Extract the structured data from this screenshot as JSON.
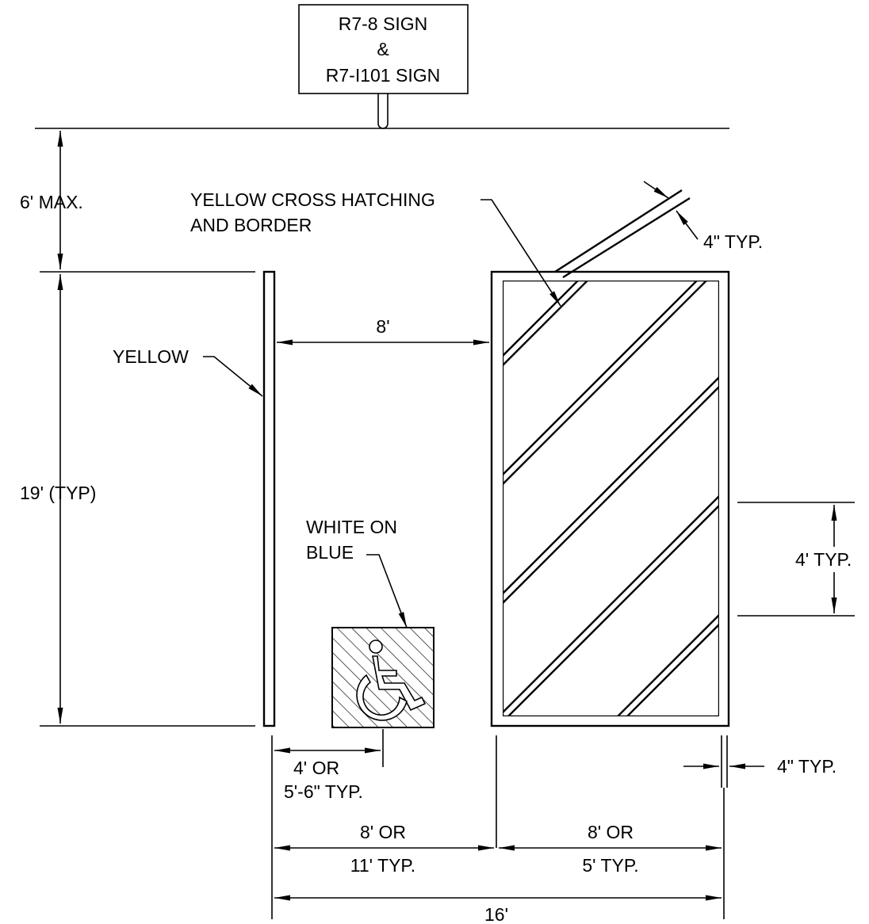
{
  "sign": {
    "line1": "R7-8 SIGN",
    "line2": "&",
    "line3": "R7-I101 SIGN"
  },
  "labels": {
    "max_height": "6' MAX.",
    "cross_hatching_line1": "YELLOW CROSS HATCHING",
    "cross_hatching_line2": "AND BORDER",
    "stripe_width_top": "4\" TYP.",
    "stall_width": "8'",
    "yellow": "YELLOW",
    "stall_length": "19' (TYP)",
    "white_on_line1": "WHITE ON",
    "white_on_line2": "BLUE",
    "hatch_spacing": "4' TYP.",
    "stripe_width_bottom": "4\" TYP.",
    "symbol_offset_line1": "4' OR",
    "symbol_offset_line2": "5'-6\" TYP.",
    "stall_bottom_line1": "8'  OR",
    "stall_bottom_line2": "11' TYP.",
    "aisle_bottom_line1": "8' OR",
    "aisle_bottom_line2": "5' TYP.",
    "total_width": "16'"
  },
  "colors": {
    "line": "#000000",
    "background": "#ffffff"
  },
  "icons": {
    "accessibility": "wheelchair-icon"
  }
}
